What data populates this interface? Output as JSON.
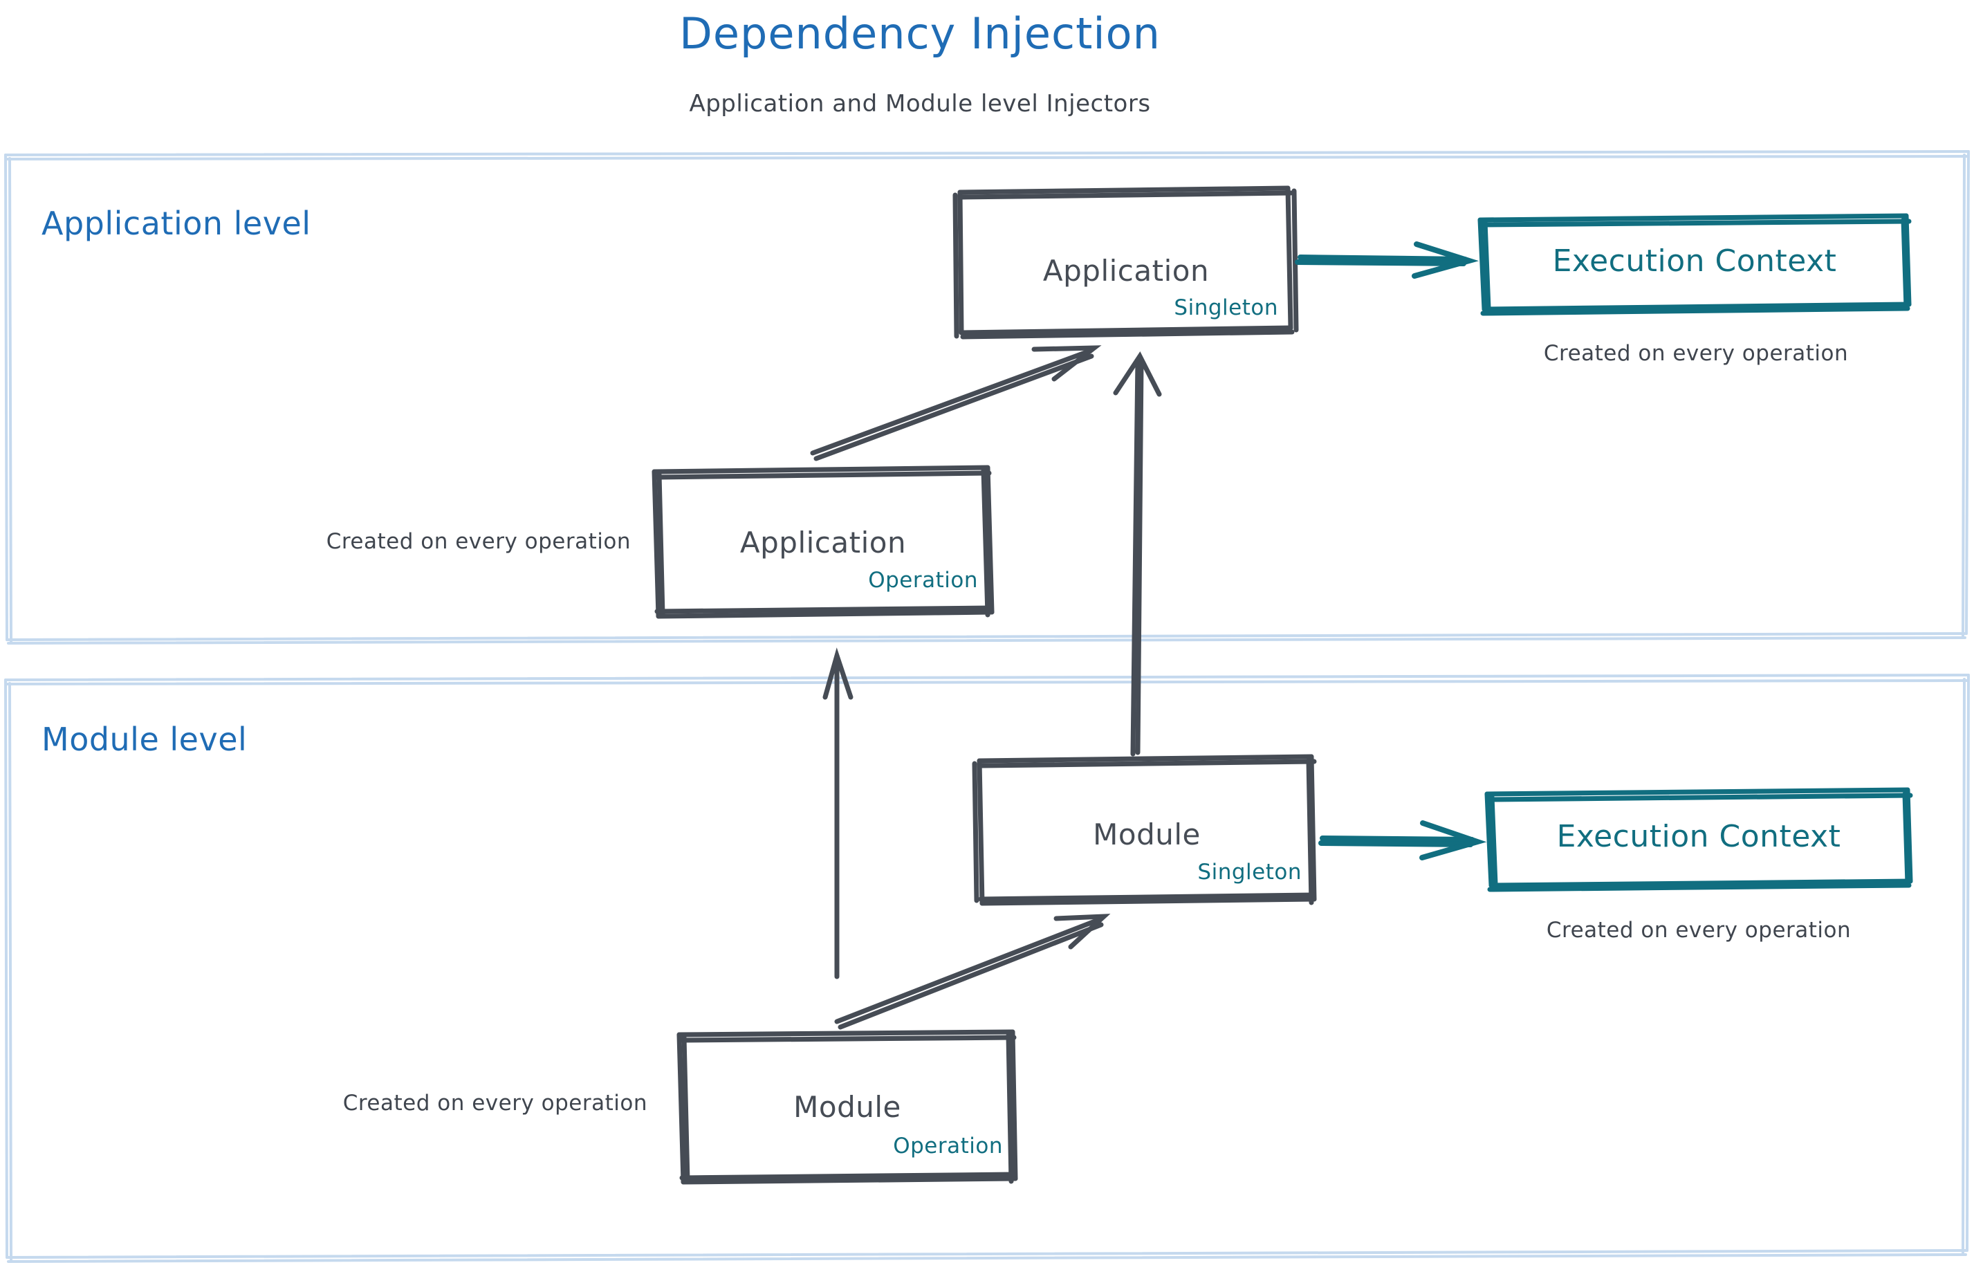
{
  "header": {
    "title": "Dependency Injection",
    "subtitle": "Application and Module level Injectors"
  },
  "colors": {
    "title_blue": "#1f6cb5",
    "panel_border": "#c5d9ee",
    "sketch_gray": "#464c55",
    "teal": "#116e80",
    "background": "#ffffff"
  },
  "panels": [
    {
      "id": "application-level",
      "label": "Application level"
    },
    {
      "id": "module-level",
      "label": "Module level"
    }
  ],
  "nodes": {
    "application_singleton": {
      "title": "Application",
      "scope": "Singleton"
    },
    "application_operation": {
      "title": "Application",
      "scope": "Operation"
    },
    "module_singleton": {
      "title": "Module",
      "scope": "Singleton"
    },
    "module_operation": {
      "title": "Module",
      "scope": "Operation"
    },
    "execution_context_app": {
      "title": "Execution Context"
    },
    "execution_context_module": {
      "title": "Execution Context"
    }
  },
  "captions": {
    "app_exec_context": "Created on every operation",
    "app_operation": "Created on every operation",
    "module_exec_context": "Created on every operation",
    "module_operation": "Created on every operation"
  }
}
